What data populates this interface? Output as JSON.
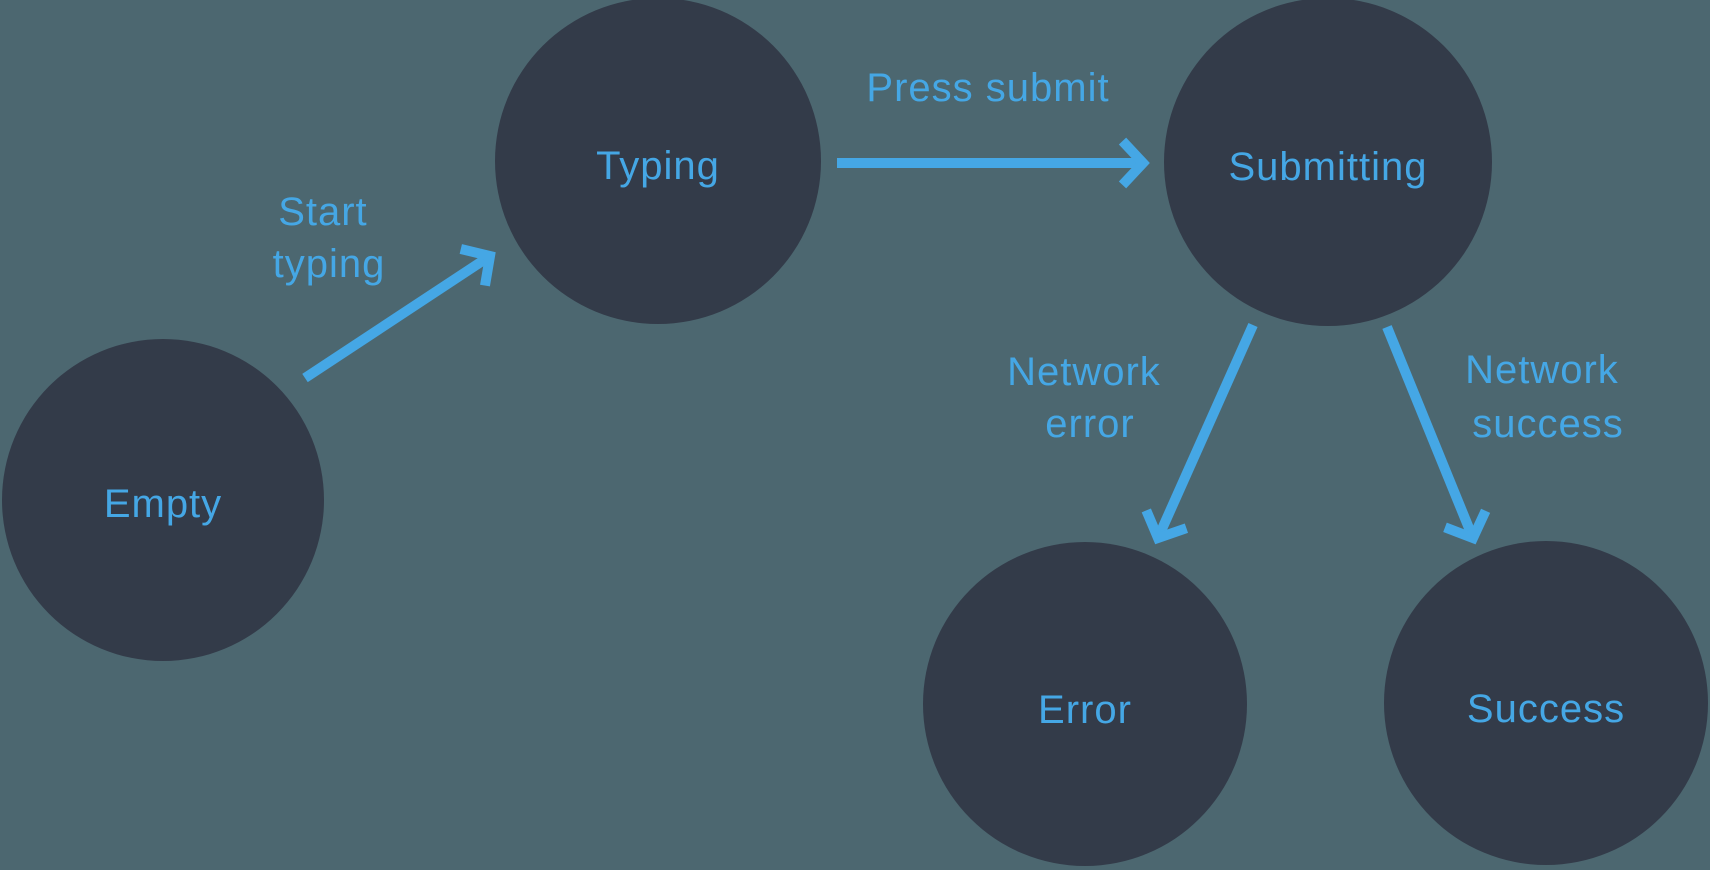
{
  "colors": {
    "background": "#4C6770",
    "node_fill": "#333B49",
    "accent": "#45A7E5"
  },
  "diagram": {
    "type": "state-machine",
    "nodes": [
      {
        "id": "empty",
        "label": "Empty"
      },
      {
        "id": "typing",
        "label": "Typing"
      },
      {
        "id": "submitting",
        "label": "Submitting"
      },
      {
        "id": "error",
        "label": "Error"
      },
      {
        "id": "success",
        "label": "Success"
      }
    ],
    "edges": [
      {
        "id": "empty-to-typing",
        "from": "Empty",
        "to": "Typing",
        "label": "Start typing",
        "line1": "Start",
        "line2": "typing"
      },
      {
        "id": "typing-to-submitting",
        "from": "Typing",
        "to": "Submitting",
        "label": "Press submit",
        "line1": "Press submit",
        "line2": ""
      },
      {
        "id": "submitting-to-error",
        "from": "Submitting",
        "to": "Error",
        "label": "Network error",
        "line1": "Network",
        "line2": "error"
      },
      {
        "id": "submitting-to-success",
        "from": "Submitting",
        "to": "Success",
        "label": "Network success",
        "line1": "Network",
        "line2": "success"
      }
    ]
  }
}
